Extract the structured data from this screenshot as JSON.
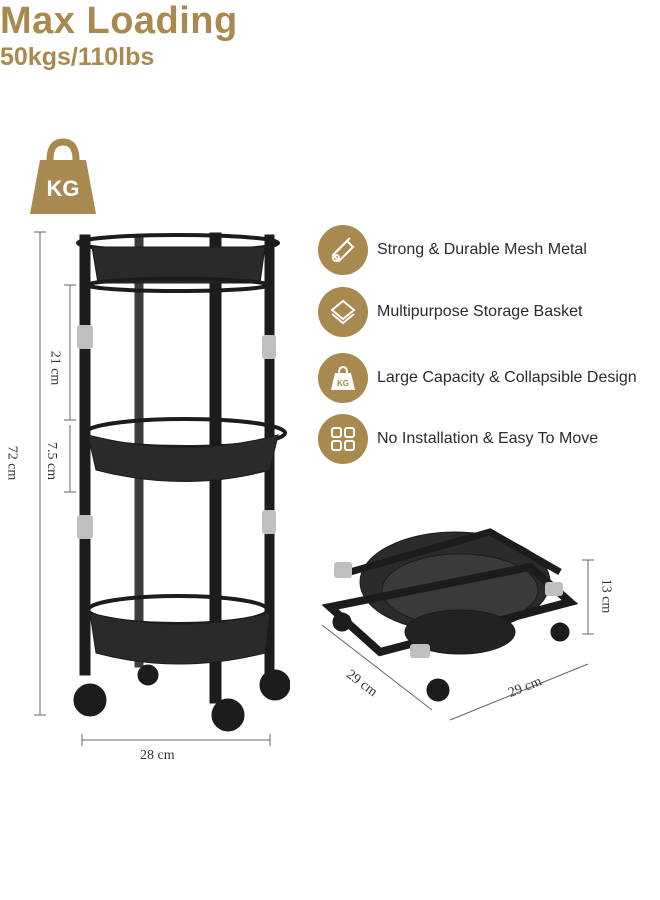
{
  "header": {
    "badge_text": "KG",
    "title": "Max Loading",
    "subtitle": "50kgs/110lbs"
  },
  "features": [
    {
      "icon": "metal-bar-icon",
      "label": "Strong & Durable Mesh Metal"
    },
    {
      "icon": "stacked-boxes-icon",
      "label": "Multipurpose Storage Basket"
    },
    {
      "icon": "weight-kg-icon",
      "label": "Large Capacity & Collapsible Design"
    },
    {
      "icon": "grid-squares-icon",
      "label": "No Installation & Easy To Move"
    }
  ],
  "dimensions": {
    "total_height": "72 cm",
    "tier_gap": "21 cm",
    "basket_depth": "7.5 cm",
    "width": "28 cm",
    "folded_height": "13 cm",
    "folded_width": "29 cm",
    "folded_depth": "29 cm"
  },
  "colors": {
    "brand_gold": "#a8894f",
    "frame_black": "#1c1c1c",
    "text_dark": "#2b2b2b"
  }
}
